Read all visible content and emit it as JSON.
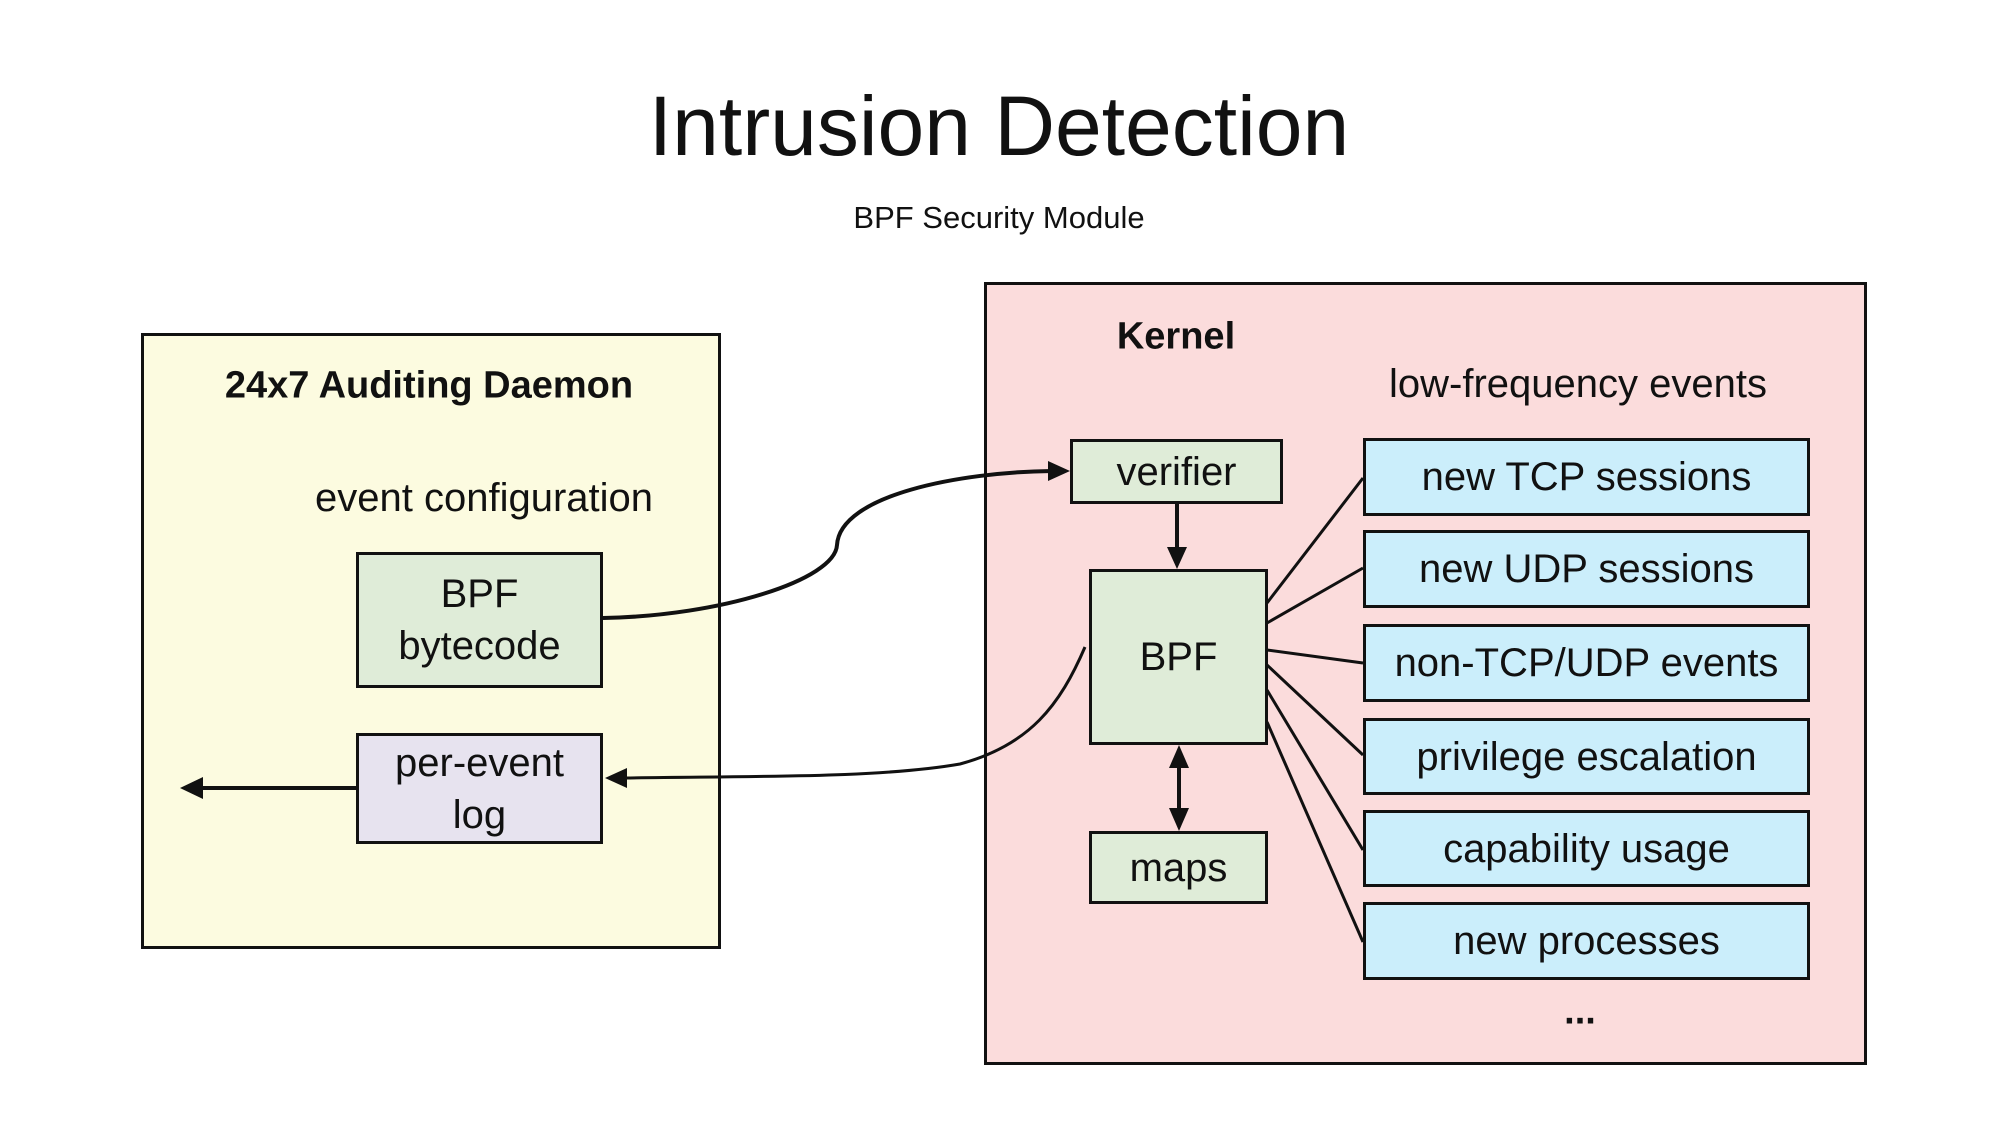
{
  "title": "Intrusion Detection",
  "subtitle": "BPF Security Module",
  "daemon": {
    "label": "24x7 Auditing Daemon",
    "section_label": "event configuration",
    "bytecode_box": {
      "line1": "BPF",
      "line2": "bytecode"
    },
    "log_box": {
      "line1": "per-event",
      "line2": "log"
    }
  },
  "kernel": {
    "label": "Kernel",
    "events_heading": "low-frequency events",
    "verifier": "verifier",
    "bpf": "BPF",
    "maps": "maps",
    "events": [
      "new TCP sessions",
      "new UDP sessions",
      "non-TCP/UDP events",
      "privilege escalation",
      "capability usage",
      "new processes"
    ],
    "more": "..."
  },
  "colors": {
    "daemon_bg": "#fcfbe0",
    "kernel_bg": "#fbdcdc",
    "green_box": "#dfecd8",
    "log_box": "#e7e3ef",
    "event_box": "#cbeefb"
  }
}
